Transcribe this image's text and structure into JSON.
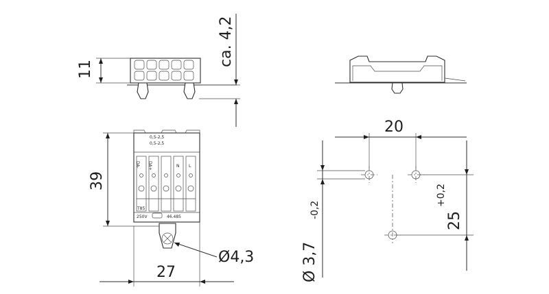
{
  "dimensions": {
    "height_top": "11",
    "ca_label": "ca. 4,2",
    "pitch_horizontal": "20",
    "height_front": "39",
    "tolerance_plus": "+0,2",
    "hole_diameter": "Ø 3,7",
    "tolerance_minus": "-0,2",
    "pitch_vertical": "25",
    "mount_diameter": "Ø4,3",
    "width_front": "27"
  },
  "front_labels": {
    "wire_range_1": "0,5-2,5",
    "wire_range_2": "0,5-2,5",
    "terminals": [
      "DA-",
      "DA+",
      "",
      "N",
      "L"
    ],
    "rating_top": "T85",
    "rating_voltage": "250V",
    "part_number": "46.485"
  }
}
